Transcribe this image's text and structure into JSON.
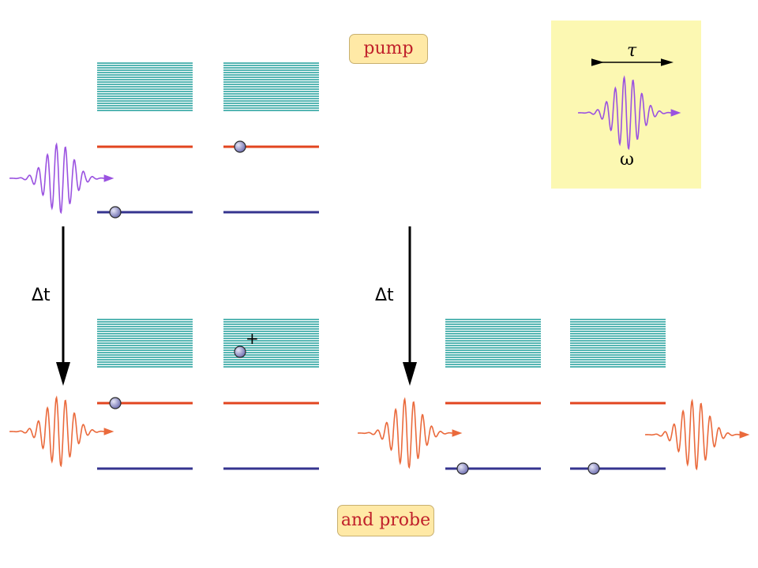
{
  "labels": {
    "pump": "pump",
    "probe": "and probe",
    "delay": "Δt",
    "tau": "τ",
    "omega": "ω",
    "hole": "+"
  },
  "colors": {
    "band": "#1f9e9a",
    "upper_level": "#e2451f",
    "lower_level": "#35348f",
    "pump_pulse": "#9a52e0",
    "probe_pulse": "#ea6a3c",
    "electron": "#8c8cc6",
    "tag_bg": "#ffe9a6",
    "tag_text": "#c0202a",
    "inset_bg": "#fcf8b2"
  }
}
